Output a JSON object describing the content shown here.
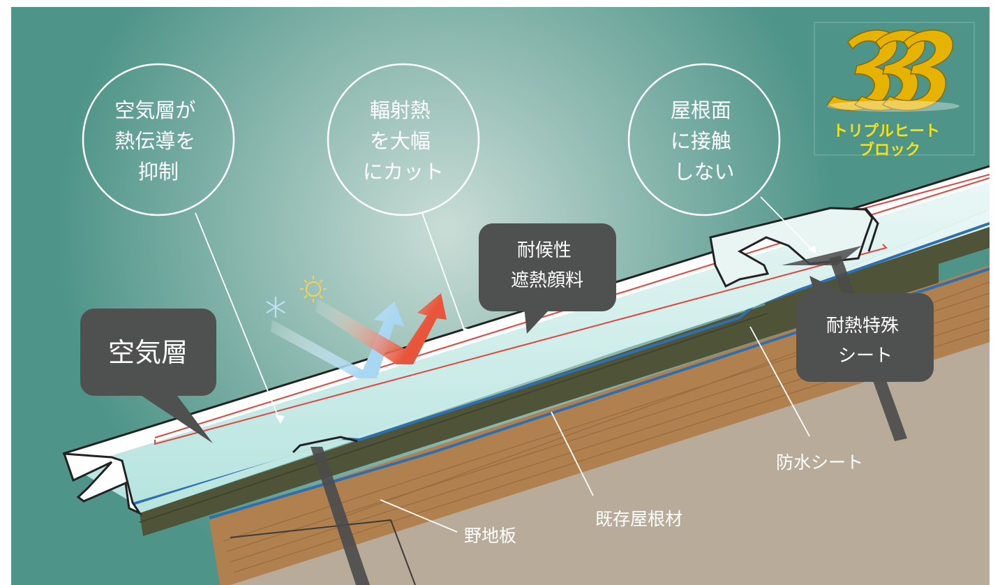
{
  "colors": {
    "background": "#4e9488",
    "glow": "#c9ddd6",
    "panel": "#4f5150",
    "roof_sheet": "#ffffff",
    "red_line": "#e0443c",
    "air_layer": "#b7e4df",
    "blue_line": "#2f6fb0",
    "dark_board": "#4f5439",
    "wood": "#b0804f",
    "base": "#b9ab99",
    "logo_gold": "#e6b400",
    "logo_text": "#f2e21a",
    "cold_arrow": "#a7d7f2",
    "hot_arrow": "#e8553a",
    "sun": "#f1d15a",
    "snowflake": "#bfe3f5"
  },
  "logo": {
    "text_line1": "トリプルヒート",
    "text_line2": "ブロック"
  },
  "bubbles": [
    {
      "lines": [
        "空気層が",
        "熱伝導を",
        "抑制"
      ]
    },
    {
      "lines": [
        "輻射熱",
        "を大幅",
        "にカット"
      ]
    },
    {
      "lines": [
        "屋根面",
        "に接触",
        "しない"
      ]
    }
  ],
  "callouts": [
    {
      "lines": [
        "空気層"
      ]
    },
    {
      "lines": [
        "耐候性",
        "遮熱顔料"
      ]
    },
    {
      "lines": [
        "耐熱特殊",
        "シート"
      ]
    }
  ],
  "labels": {
    "waterproof_sheet": "防水シート",
    "existing_roof": "既存屋根材",
    "sheathing_board": "野地板"
  }
}
